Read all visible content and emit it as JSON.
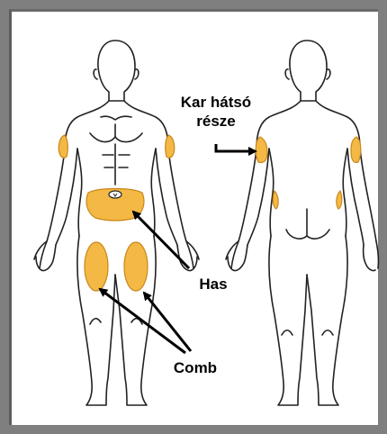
{
  "labels": {
    "back_of_arm_line1": "Kar hátsó",
    "back_of_arm_line2": "része",
    "abdomen": "Has",
    "thigh": "Comb"
  },
  "colors": {
    "frame": "#7f7f7f",
    "injection_site_fill": "#f4b944",
    "injection_site_stroke": "#c8871a",
    "outline": "#222222"
  }
}
